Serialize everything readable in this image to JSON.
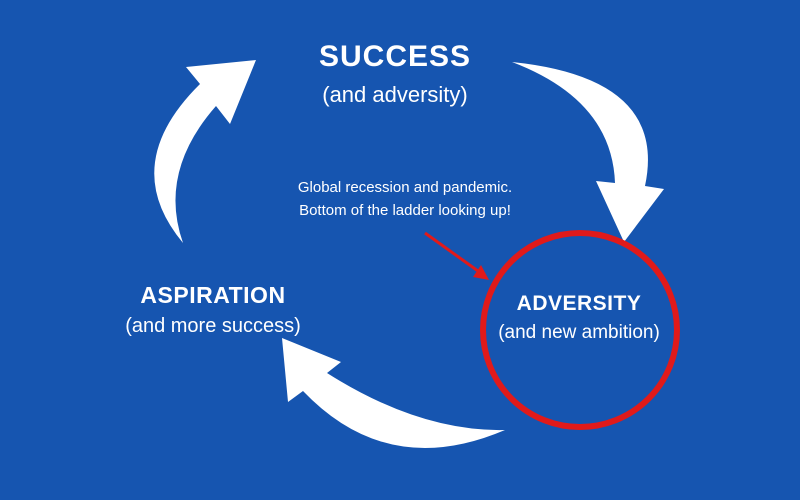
{
  "diagram": {
    "type": "cycle-diagram",
    "background_color": "#1655b0",
    "text_color": "#ffffff",
    "arrow_color": "#ffffff",
    "highlight_color": "#e01a1a",
    "nodes": {
      "success": {
        "title": "SUCCESS",
        "subtitle": "(and adversity)"
      },
      "aspiration": {
        "title": "ASPIRATION",
        "subtitle": "(and more success)"
      },
      "adversity": {
        "title": "ADVERSITY",
        "subtitle": "(and new ambition)"
      }
    },
    "annotation": {
      "line1": "Global recession and pandemic.",
      "line2": "Bottom of the ladder looking up!"
    },
    "icons": {
      "left_arrow": "curved-arrow-up-right",
      "right_arrow": "curved-arrow-down",
      "bottom_arrow": "curved-arrow-up-left",
      "callout_arrow": "straight-arrow-down-right",
      "highlight": "red-circle-outline"
    }
  }
}
